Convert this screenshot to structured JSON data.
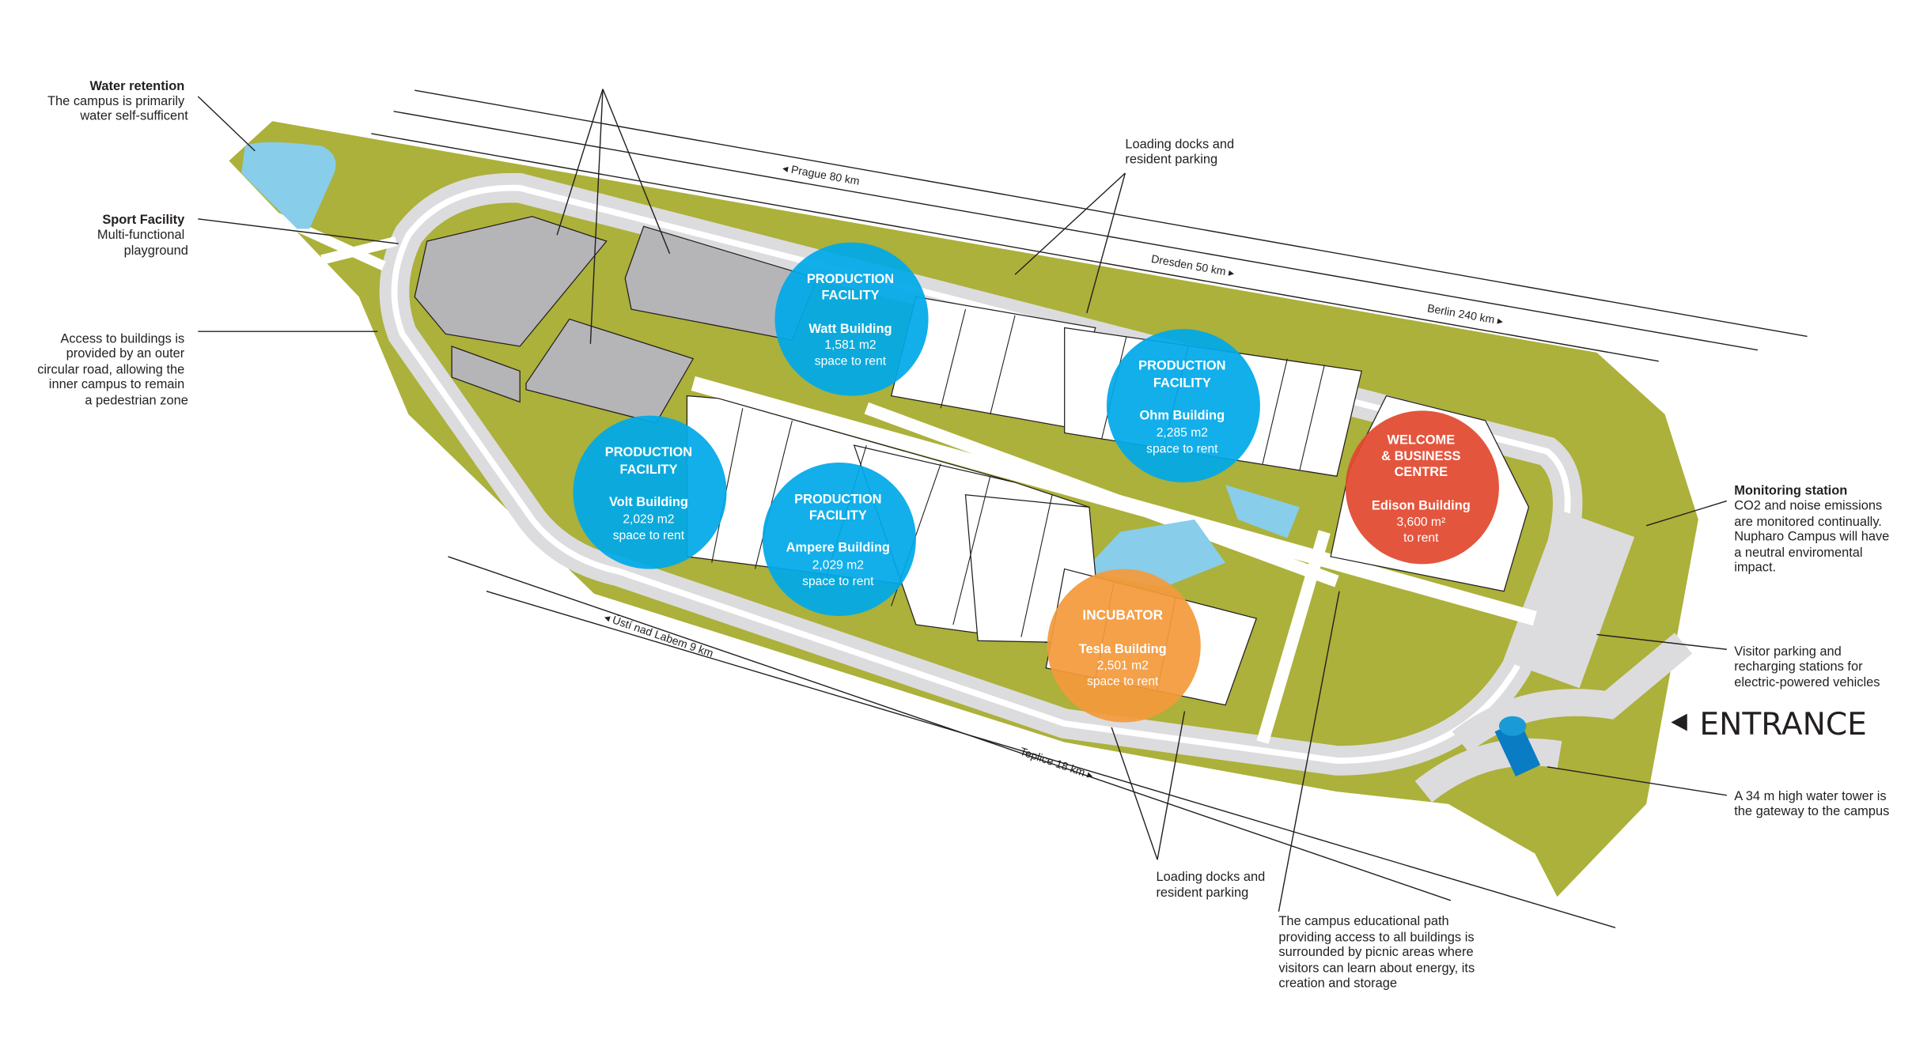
{
  "colors": {
    "grass": "#abb13a",
    "road": "#dcdcde",
    "water": "#88cdea",
    "production": "#00a9e8",
    "welcome": "#e2482f",
    "incubator": "#f39a3b",
    "tower": "#0a7cc4"
  },
  "annotations": {
    "water_retention": {
      "title": "Water retention",
      "lines": [
        "The campus is primarily",
        "water self-sufficent"
      ]
    },
    "sport_facility": {
      "title": "Sport Facility",
      "lines": [
        "Multi-functional",
        "playground"
      ]
    },
    "access": {
      "lines": [
        "Access to buildings is",
        "provided by an outer",
        "circular road, allowing the",
        "inner campus to remain",
        "a pedestrian zone"
      ]
    },
    "loading_top": {
      "lines": [
        "Loading docks and",
        "resident parking"
      ]
    },
    "loading_bottom": {
      "lines": [
        "Loading docks and",
        "resident parking"
      ]
    },
    "educational_path": {
      "lines": [
        "The campus educational path",
        "providing access to all buildings is",
        "surrounded by picnic areas where",
        "visitors can learn about energy, its",
        "creation and storage"
      ]
    },
    "monitoring": {
      "title": "Monitoring station",
      "lines": [
        "CO2 and noise emissions",
        "are monitored continually.",
        "Nupharo Campus will have",
        "a neutral enviromental",
        "impact."
      ]
    },
    "visitor_parking": {
      "lines": [
        "Visitor parking and",
        "recharging stations for",
        "electric-powered vehicles"
      ]
    },
    "water_tower": {
      "lines": [
        "A 34 m high water tower is",
        "the gateway to the campus"
      ]
    }
  },
  "entrance": "ENTRANCE",
  "roads": {
    "prague": "Prague 80 km",
    "dresden": "Dresden 50 km",
    "berlin": "Berlin 240 km",
    "usti": "Ústí nad Labem 9 km",
    "teplice": "Teplice 18 km"
  },
  "buildings": [
    {
      "type": "PRODUCTION",
      "type2": "FACILITY",
      "name": "Watt Building",
      "area": "1,581 m2",
      "note": "space to rent"
    },
    {
      "type": "PRODUCTION",
      "type2": "FACILITY",
      "name": "Volt Building",
      "area": "2,029 m2",
      "note": "space to rent"
    },
    {
      "type": "PRODUCTION",
      "type2": "FACILITY",
      "name": "Ampere Building",
      "area": "2,029 m2",
      "note": "space to rent"
    },
    {
      "type": "PRODUCTION",
      "type2": "FACILITY",
      "name": "Ohm Building",
      "area": "2,285 m2",
      "note": "space to rent"
    },
    {
      "type": "WELCOME",
      "type2": "& BUSINESS",
      "type3": "CENTRE",
      "name": "Edison Building",
      "area": "3,600 m²",
      "note": "to rent"
    },
    {
      "type": "INCUBATOR",
      "name": "Tesla Building",
      "area": "2,501 m2",
      "note": "space to rent"
    }
  ]
}
